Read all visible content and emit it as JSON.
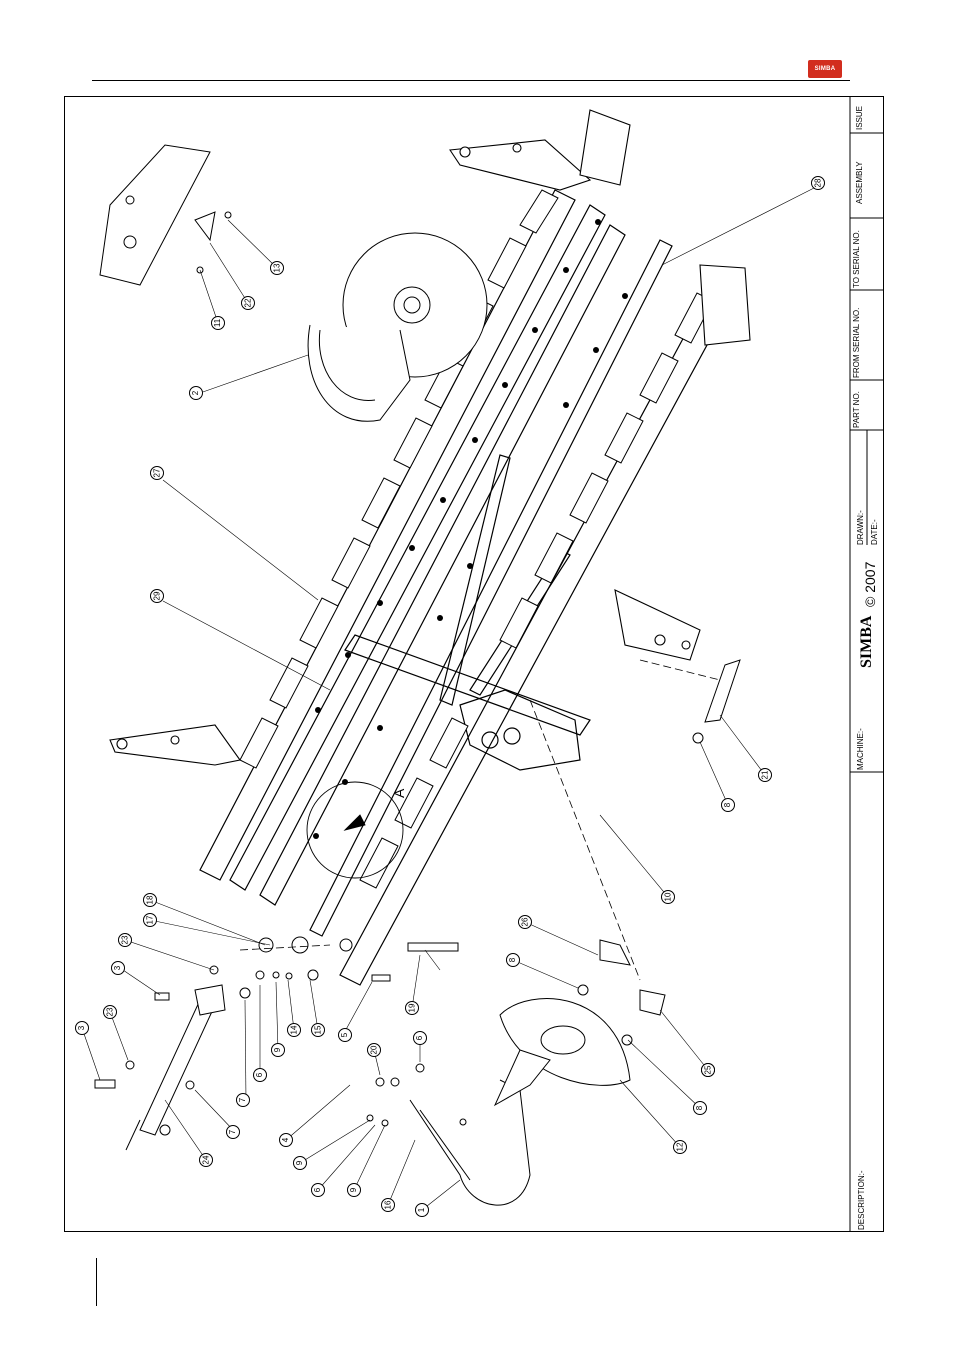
{
  "header": {
    "logo_text": "SIMBA",
    "brand_color": "#d22d1e"
  },
  "title_block": {
    "description_label": "DESCRIPTION:-",
    "machine_label": "MACHINE:-",
    "drawn_label": "DRAWN:-",
    "date_label": "DATE:-",
    "part_no_label": "PART NO.",
    "from_serial_label": "FROM SERIAL NO.",
    "to_serial_label": "TO SERIAL NO.",
    "assembly_label": "ASSEMBLY",
    "issue_label": "ISSUE",
    "logo_text": "SIMBA",
    "copyright": "© 2007"
  },
  "drawing": {
    "view_label": "A",
    "callouts": [
      "1",
      "2",
      "3",
      "3",
      "4",
      "5",
      "6",
      "6",
      "6",
      "7",
      "7",
      "8",
      "8",
      "8",
      "8",
      "9",
      "9",
      "9",
      "10",
      "11",
      "12",
      "13",
      "14",
      "15",
      "16",
      "17",
      "18",
      "19",
      "20",
      "21",
      "22",
      "23",
      "23",
      "24",
      "25",
      "26",
      "27",
      "28",
      "29"
    ]
  }
}
